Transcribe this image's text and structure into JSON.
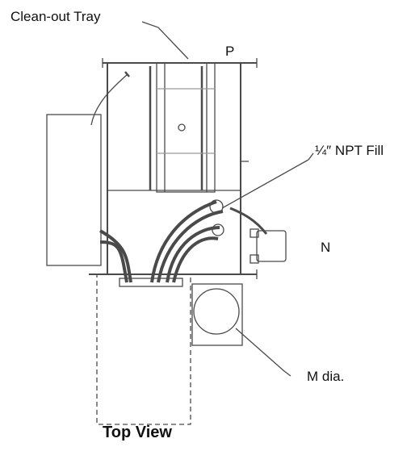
{
  "labels": {
    "cleanout_tray": "Clean-out Tray",
    "dim_p": "P",
    "npt_fill": "¼″ NPT Fill",
    "dim_n": "N",
    "dim_m": "M dia.",
    "view_title": "Top View"
  },
  "colors": {
    "line": "#4a4a4a",
    "text": "#111111"
  }
}
